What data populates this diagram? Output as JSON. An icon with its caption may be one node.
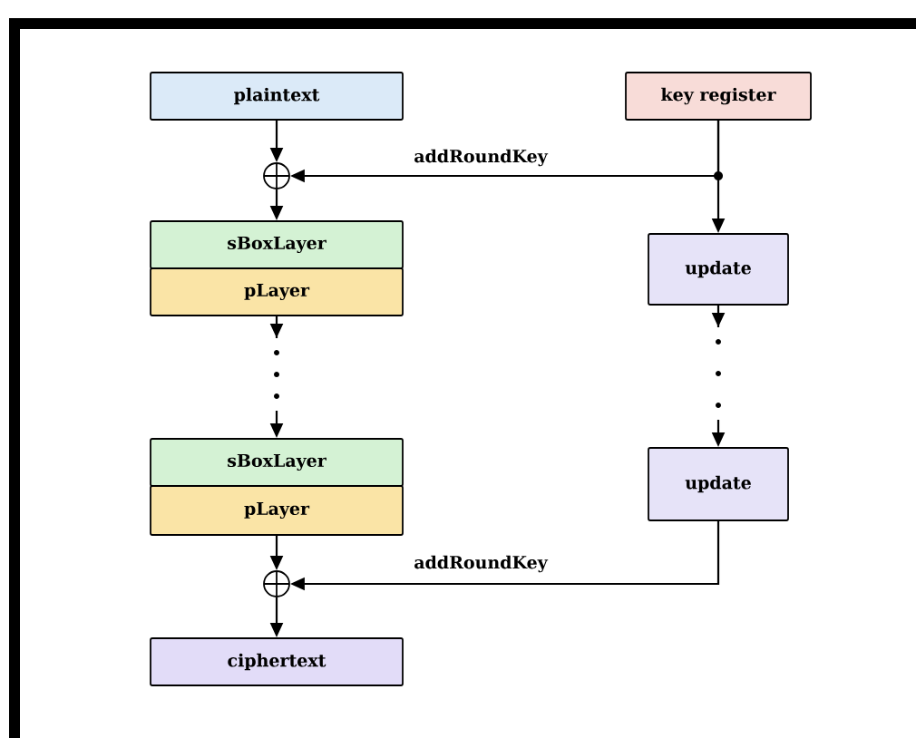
{
  "diagram": {
    "nodes": [
      {
        "text": [
          "plaintext"
        ]
      },
      {
        "text": [
          "key register"
        ]
      },
      {
        "text": [],
        "shape": "circle"
      },
      {
        "text": [
          "sBoxLayer"
        ]
      },
      {
        "text": [
          "pLayer"
        ]
      },
      {
        "text": [
          "update"
        ]
      },
      {
        "text": [
          "sBoxLayer"
        ]
      },
      {
        "text": [
          "pLayer"
        ]
      },
      {
        "text": [
          "update"
        ]
      },
      {
        "text": [],
        "shape": "circle"
      },
      {
        "text": [
          "ciphertext"
        ]
      }
    ],
    "edges": [
      {
        "from": 0,
        "to": 2,
        "arrow": "to"
      },
      {
        "from": 1,
        "to": 2,
        "arrow": "to",
        "label": "addRoundKey"
      },
      {
        "from": 1,
        "to": 5,
        "arrow": "to"
      },
      {
        "from": 2,
        "to": 3,
        "arrow": "to"
      },
      {
        "from": 4,
        "to": 6,
        "arrow": "to",
        "style": "dashed"
      },
      {
        "from": 5,
        "to": 8,
        "arrow": "to",
        "style": "dashed"
      },
      {
        "from": 7,
        "to": 9,
        "arrow": "to"
      },
      {
        "from": 8,
        "to": 9,
        "arrow": "to",
        "label": "addRoundKey"
      },
      {
        "from": 9,
        "to": 10,
        "arrow": "to"
      }
    ]
  }
}
